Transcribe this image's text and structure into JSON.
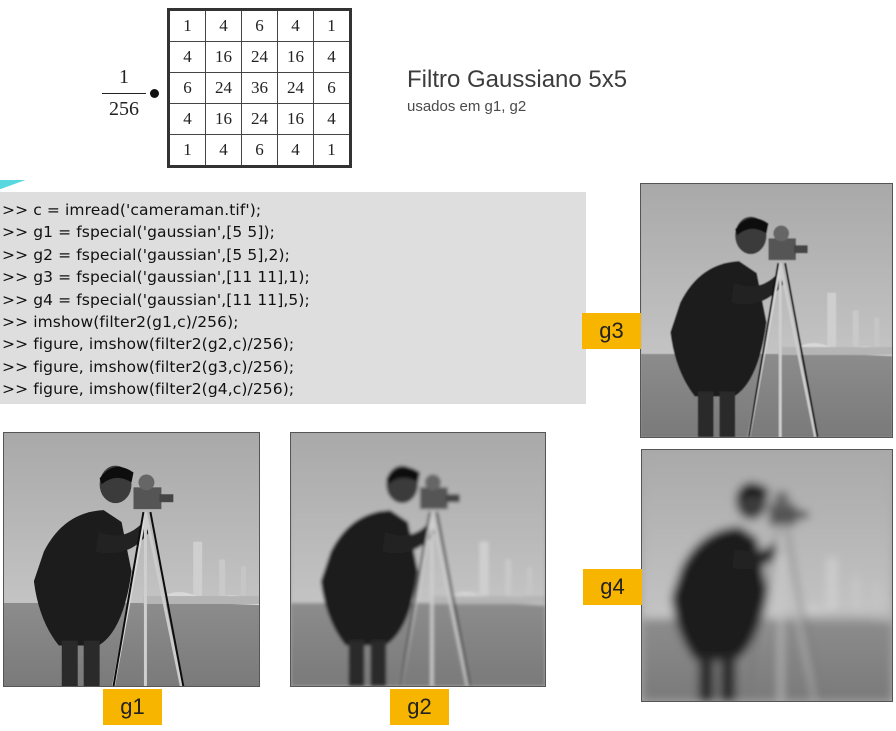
{
  "kernel": {
    "fraction_numerator": "1",
    "fraction_denominator": "256",
    "rows": [
      [
        "1",
        "4",
        "6",
        "4",
        "1"
      ],
      [
        "4",
        "16",
        "24",
        "16",
        "4"
      ],
      [
        "6",
        "24",
        "36",
        "24",
        "6"
      ],
      [
        "4",
        "16",
        "24",
        "16",
        "4"
      ],
      [
        "1",
        "4",
        "6",
        "4",
        "1"
      ]
    ]
  },
  "heading": {
    "title": "Filtro Gaussiano 5x5",
    "subtitle": "usados em g1, g2"
  },
  "code_lines": [
    ">> c = imread('cameraman.tif');",
    ">> g1 = fspecial('gaussian',[5 5]);",
    ">> g2 = fspecial('gaussian',[5 5],2);",
    ">> g3 = fspecial('gaussian',[11 11],1);",
    ">> g4 = fspecial('gaussian',[11 11],5);",
    ">> imshow(filter2(g1,c)/256);",
    ">> figure, imshow(filter2(g2,c)/256);",
    ">> figure, imshow(filter2(g3,c)/256);",
    ">> figure, imshow(filter2(g4,c)/256);"
  ],
  "images": [
    {
      "id": "g1",
      "label": "g1",
      "blur": 0.3
    },
    {
      "id": "g2",
      "label": "g2",
      "blur": 1.6
    },
    {
      "id": "g3",
      "label": "g3",
      "blur": 0.6
    },
    {
      "id": "g4",
      "label": "g4",
      "blur": 4.5
    }
  ],
  "colors": {
    "label_bg": "#f7b500",
    "code_bg": "#dedede",
    "accent": "#5ad8e0"
  }
}
